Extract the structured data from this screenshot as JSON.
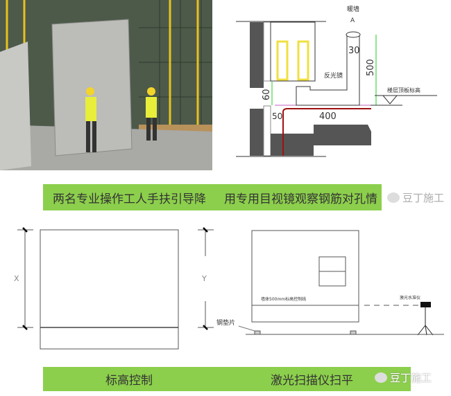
{
  "top": {
    "caption_left": "两名专业操作工人手扶引导降",
    "caption_right": "用专用目视镜观察钢筋对孔情",
    "detail": {
      "label_A_top": "暖墙",
      "label_A": "A",
      "dim_30": "30",
      "dim_500": "500",
      "dim_60": "60",
      "dim_50": "50",
      "dim_400": "400",
      "mirror_label": "反光镜",
      "floor_label": "楼层顶板标高"
    }
  },
  "bottom": {
    "caption_left": "标高控制",
    "caption_right": "激光扫描仪扫平",
    "dim_x": "X",
    "dim_y": "Y",
    "control_line_label": "墙体500mm标高控制线",
    "laser_label": "激光水准仪",
    "shim_label": "钢垫片"
  },
  "watermark": "豆丁施工",
  "colors": {
    "banner": "#8ccf4c",
    "text": "#333333"
  }
}
